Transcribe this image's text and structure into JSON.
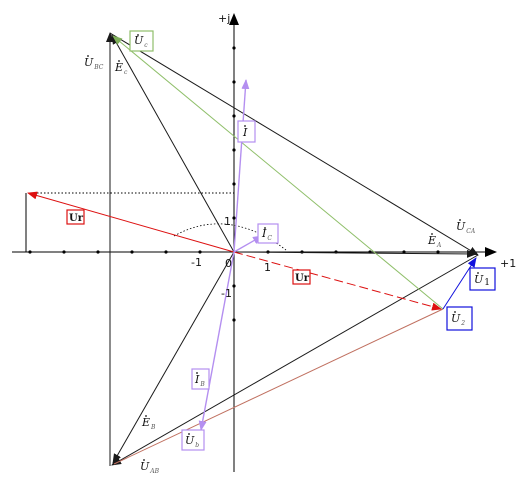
{
  "axes": {
    "real_label": "+1",
    "imag_label": "+j",
    "origin_label": "0",
    "tick_labels": {
      "x_pos": "1",
      "x_neg": "-1",
      "y_pos": "1",
      "y_neg": "-1"
    }
  },
  "vectors": {
    "u_c": {
      "main": "U",
      "sub": "c"
    },
    "u_bc": {
      "main": "U",
      "sub": "BC"
    },
    "e_c": {
      "main": "E",
      "sub": "c"
    },
    "i_bar": {
      "main": "I",
      "sub": ""
    },
    "i_c": {
      "main": "I",
      "sub": "C"
    },
    "u_ca": {
      "main": "U",
      "sub": "CA"
    },
    "e_a": {
      "main": "E",
      "sub": "A"
    },
    "u_1": {
      "main": "U",
      "sub": "1"
    },
    "u_2": {
      "main": "U",
      "sub": "2"
    },
    "i_b": {
      "main": "I",
      "sub": "B"
    },
    "u_b": {
      "main": "U",
      "sub": "b"
    },
    "e_b": {
      "main": "E",
      "sub": "B"
    },
    "u_ab": {
      "main": "U",
      "sub": "AB"
    }
  },
  "tags": {
    "ur_left": "Ur",
    "ur_right": "Ur"
  },
  "colors": {
    "axis": "#000000",
    "black": "#1a1a1a",
    "green": "#8fbf6a",
    "red": "#dd1111",
    "purple": "#b48ff0",
    "blue": "#1010dd",
    "brown": "#c07060"
  }
}
